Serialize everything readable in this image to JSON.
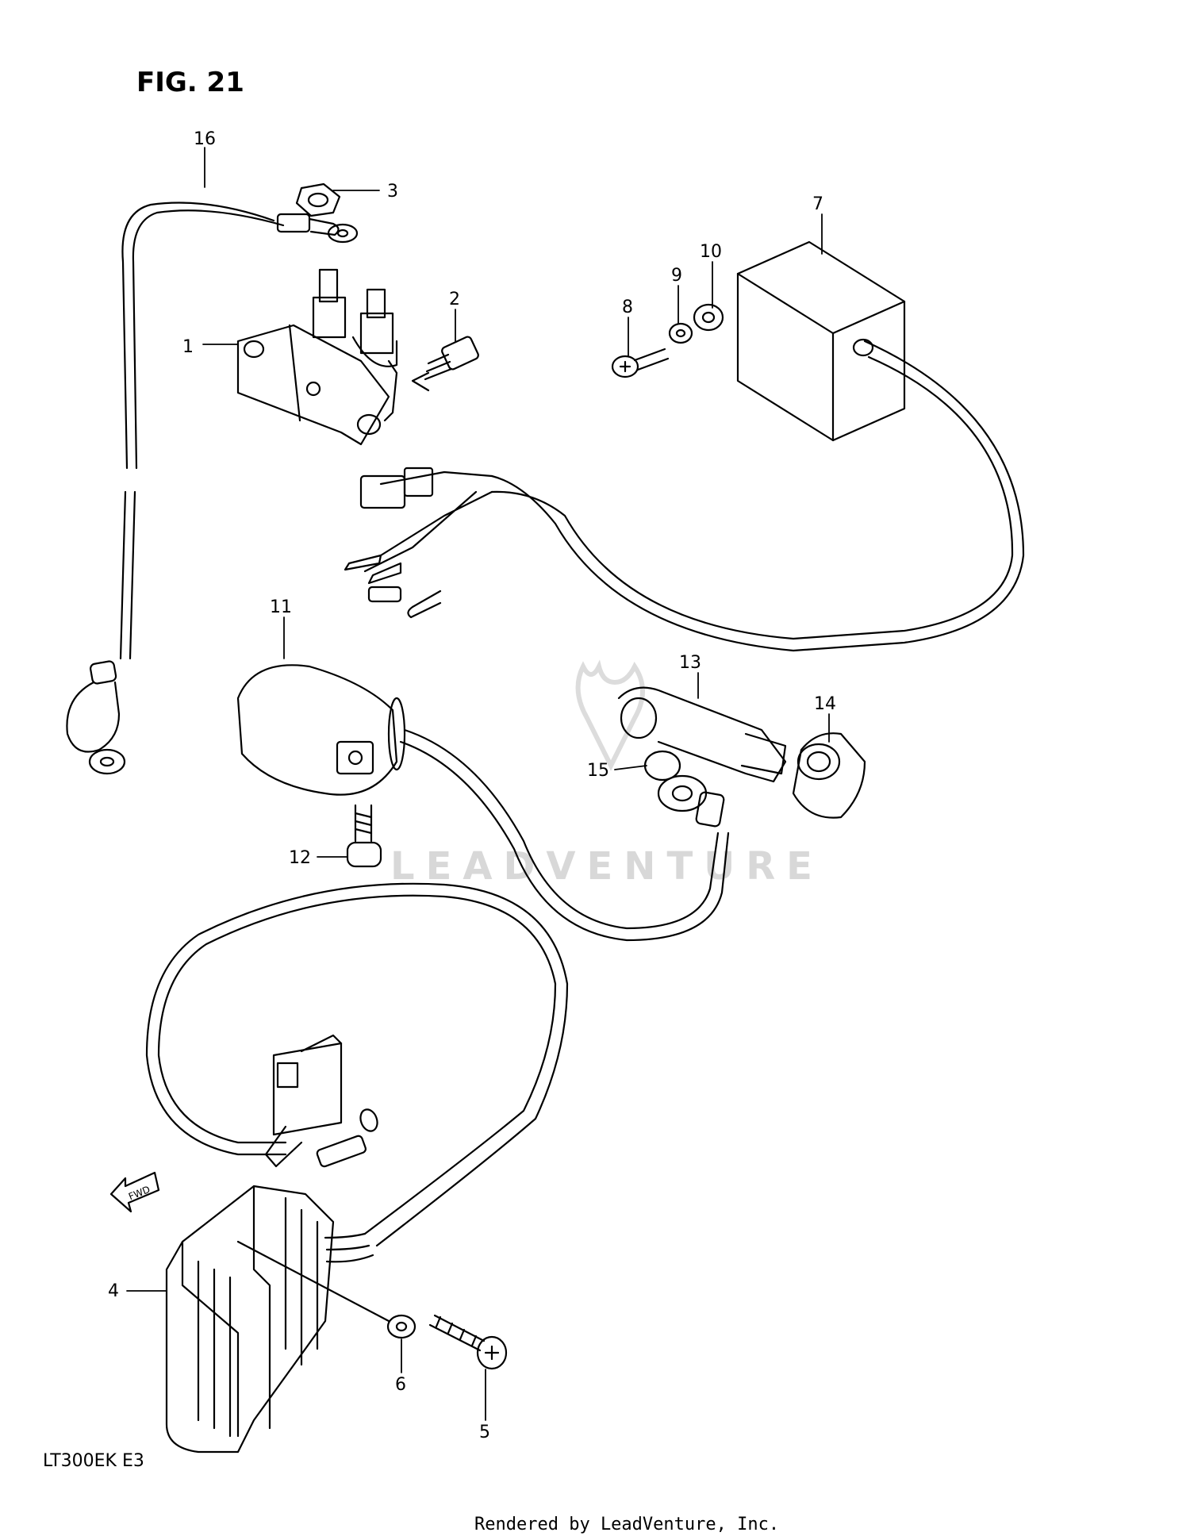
{
  "figure": {
    "title": "FIG. 21",
    "model": "LT300EK  E3"
  },
  "fwd_label": "FWD",
  "watermark": {
    "text": "LEADVENTURE"
  },
  "footer": {
    "text": "Rendered by LeadVenture, Inc."
  },
  "callouts": {
    "c1": "1",
    "c2": "2",
    "c3": "3",
    "c4": "4",
    "c5": "5",
    "c6": "6",
    "c7": "7",
    "c8": "8",
    "c9": "9",
    "c10": "10",
    "c11": "11",
    "c12": "12",
    "c13": "13",
    "c14": "14",
    "c15": "15",
    "c16": "16"
  },
  "colors": {
    "ink": "#000000",
    "watermark": "#d8d8d8",
    "background": "#ffffff"
  }
}
